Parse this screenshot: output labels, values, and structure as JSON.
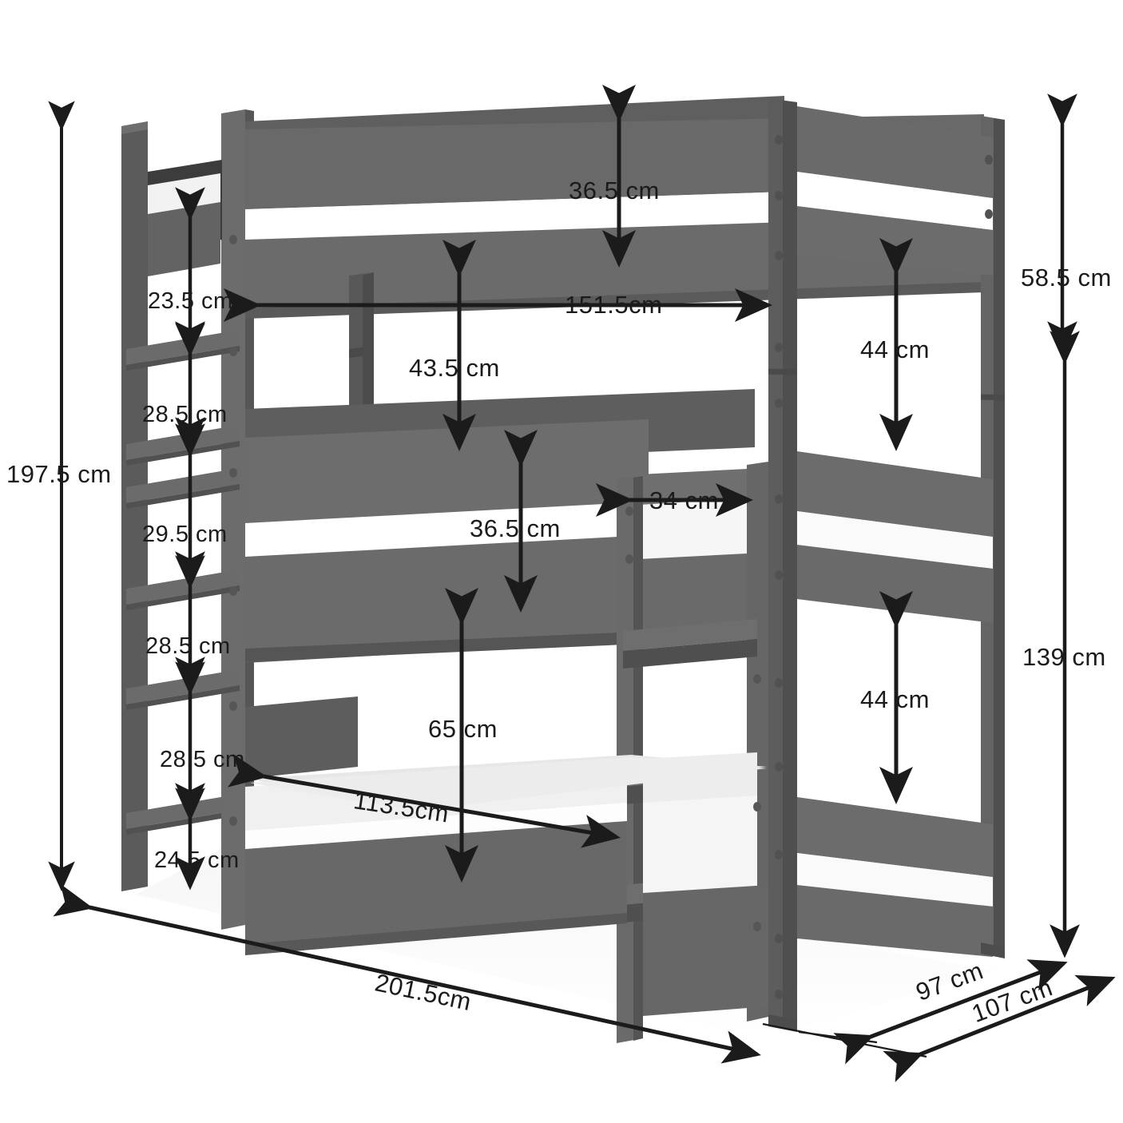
{
  "diagram": {
    "title": "Triple bunk bed dimension diagram",
    "unit": "cm",
    "colors": {
      "frame": "#676767",
      "frame_dark": "#4e4e4e",
      "frame_darker": "#3d3d3d",
      "frame_light": "#7a7a7a",
      "mattress": "#ffffff",
      "mattress_shade": "#e9e9e9",
      "dimension_line": "#1b1b1b",
      "background": "#ffffff"
    },
    "dimensions": {
      "overall_height": "197.5 cm",
      "overall_length": "201.5cm",
      "depth_inner": "97 cm",
      "depth_outer": "107 cm",
      "top_guardrail": "36.5 cm",
      "middle_guardrail": "36.5 cm",
      "top_clearance": "151.5cm",
      "upper_gap": "43.5 cm",
      "lower_gap": "65 cm",
      "mattress_width": "113.5cm",
      "end_upper": "58.5 cm",
      "end_mid": "44 cm",
      "end_lower": "44 cm",
      "end_total": "139 cm",
      "side_rail_depth": "34 cm",
      "ladder_rung_1": "23.5 cm",
      "ladder_rung_2": "28.5 cm",
      "ladder_rung_3": "29.5 cm",
      "ladder_rung_4": "28.5 cm",
      "ladder_rung_5": "28.5 cm",
      "ladder_rung_6": "24.5 cm"
    }
  }
}
